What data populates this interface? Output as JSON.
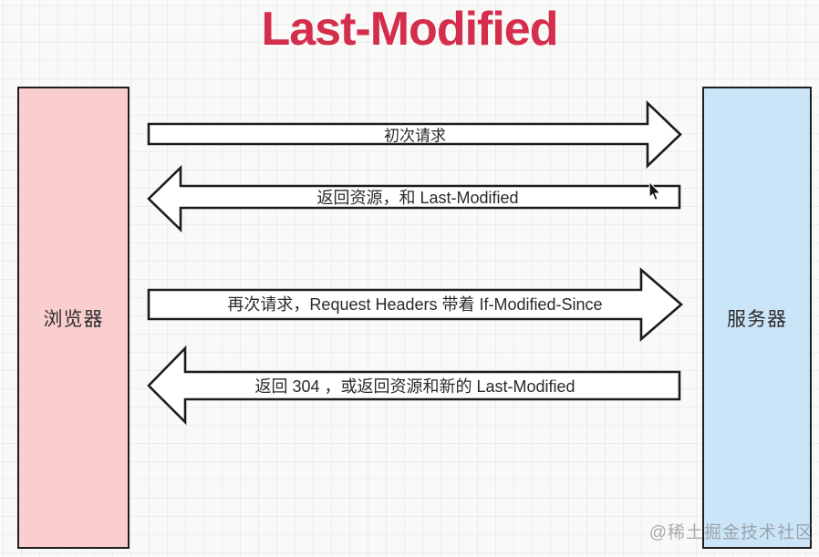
{
  "title": {
    "text": "Last-Modified",
    "color": "#d42e4c"
  },
  "actors": {
    "browser": {
      "label": "浏览器",
      "fill": "#facdcf"
    },
    "server": {
      "label": "服务器",
      "fill": "#cbe5f8"
    }
  },
  "messages": [
    {
      "label": "初次请求",
      "direction": "right",
      "from": "browser",
      "to": "server"
    },
    {
      "label": "返回资源，和 Last-Modified",
      "direction": "left",
      "from": "server",
      "to": "browser"
    },
    {
      "label": "再次请求，Request Headers 带着 If-Modified-Since",
      "direction": "right",
      "from": "browser",
      "to": "server"
    },
    {
      "label": "返回 304 ，或返回资源和新的 Last-Modified",
      "direction": "left",
      "from": "server",
      "to": "browser"
    }
  ],
  "watermark": {
    "text": "@稀土掘金技术社区"
  },
  "icons": {
    "cursor": "mouse-pointer-icon"
  }
}
